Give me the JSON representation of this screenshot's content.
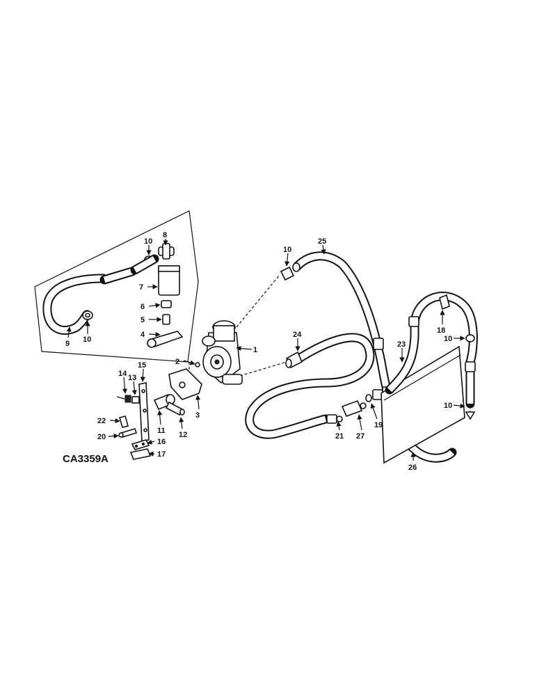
{
  "figure": {
    "code": "CA3359A",
    "callouts": [
      "1",
      "2",
      "3",
      "4",
      "5",
      "6",
      "7",
      "8",
      "9",
      "10",
      "11",
      "12",
      "13",
      "14",
      "15",
      "16",
      "17",
      "18",
      "19",
      "20",
      "21",
      "22",
      "23",
      "24",
      "25",
      "26",
      "27"
    ]
  }
}
